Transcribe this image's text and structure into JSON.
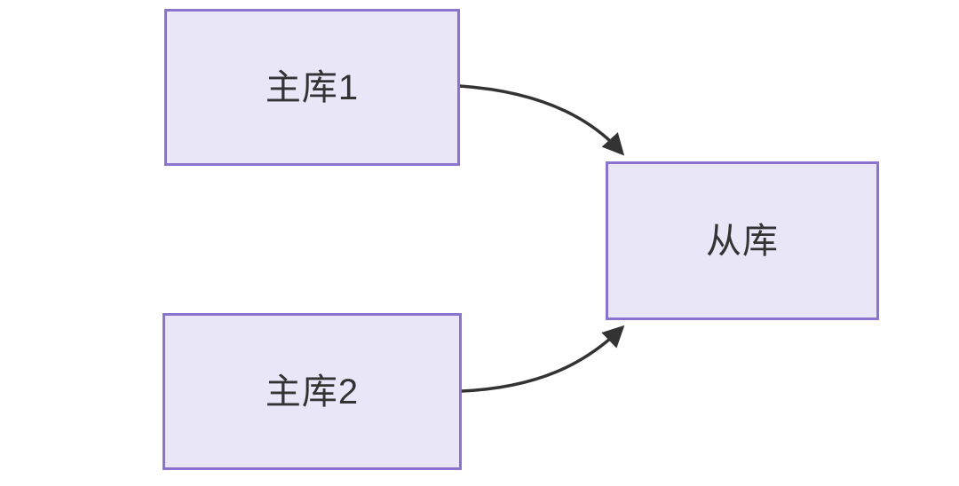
{
  "diagram": {
    "type": "flow-diagram",
    "description": "Two master databases replicating to one slave database",
    "nodes": [
      {
        "id": "master1",
        "label": "主库1"
      },
      {
        "id": "master2",
        "label": "主库2"
      },
      {
        "id": "slave",
        "label": "从库"
      }
    ],
    "edges": [
      {
        "from": "master1",
        "to": "slave",
        "style": "curved-arrow"
      },
      {
        "from": "master2",
        "to": "slave",
        "style": "curved-arrow"
      }
    ],
    "colors": {
      "background": "#ffffff",
      "node_fill": "#e9e6f8",
      "node_border": "#8a74cf",
      "arrow": "#333333",
      "text": "#333333"
    }
  }
}
